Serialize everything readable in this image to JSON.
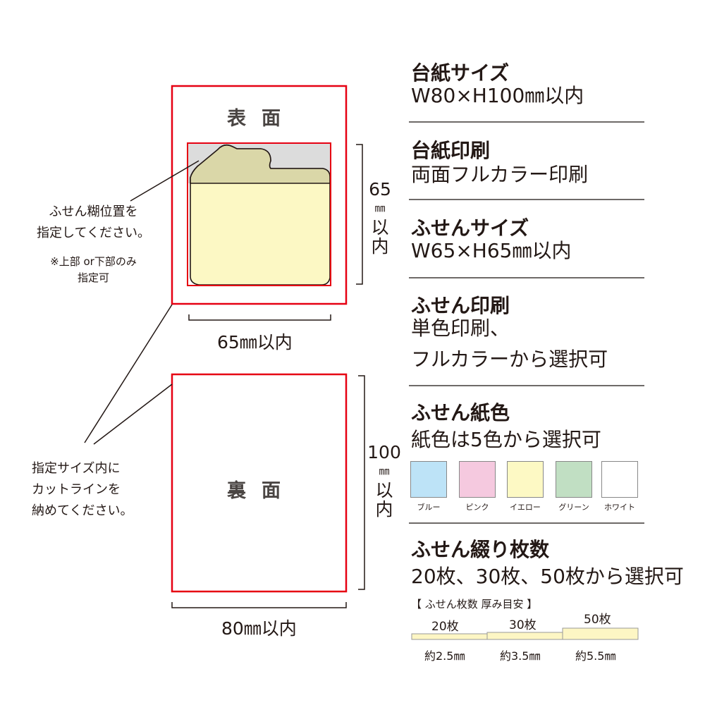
{
  "front": {
    "label": "表面",
    "width_label": "65㎜以内",
    "height_value": "65",
    "height_unit": "㎜",
    "height_suffix": [
      "以",
      "内"
    ]
  },
  "back": {
    "label": "裏面",
    "width_label": "80㎜以内",
    "height_value": "100",
    "height_unit": "㎜",
    "height_suffix": [
      "以",
      "内"
    ]
  },
  "notes": {
    "glue": [
      "ふせん糊位置を",
      "指定してください。"
    ],
    "glue_sub": [
      "※上部 or下部のみ",
      "指定可"
    ],
    "cut": [
      "指定サイズ内に",
      "カットラインを",
      "納めてください。"
    ]
  },
  "specs": [
    {
      "title": "台紙サイズ",
      "body": [
        "W80×H100㎜以内"
      ]
    },
    {
      "title": "台紙印刷",
      "body": [
        "両面フルカラー印刷"
      ]
    },
    {
      "title": "ふせんサイズ",
      "body": [
        "W65×H65㎜以内"
      ]
    },
    {
      "title": "ふせん印刷",
      "body": [
        "単色印刷、",
        "フルカラーから選択可"
      ]
    },
    {
      "title": "ふせん紙色",
      "body": [
        "紙色は5色から選択可"
      ]
    },
    {
      "title": "ふせん綴り枚数",
      "body": [
        "20枚、30枚、50枚から選択可"
      ]
    }
  ],
  "colors": [
    {
      "name": "ブルー",
      "hex": "#bde3f7"
    },
    {
      "name": "ピンク",
      "hex": "#f5c9df"
    },
    {
      "name": "イエロー",
      "hex": "#fdf9c4"
    },
    {
      "name": "グリーン",
      "hex": "#c1dfc3"
    },
    {
      "name": "ホワイト",
      "hex": "#ffffff"
    }
  ],
  "thickness": {
    "title": "【 ふせん枚数 厚み目安 】",
    "items": [
      {
        "count": "20枚",
        "thickness": "約2.5㎜"
      },
      {
        "count": "30枚",
        "thickness": "約3.5㎜"
      },
      {
        "count": "50枚",
        "thickness": "約5.5㎜"
      }
    ]
  }
}
